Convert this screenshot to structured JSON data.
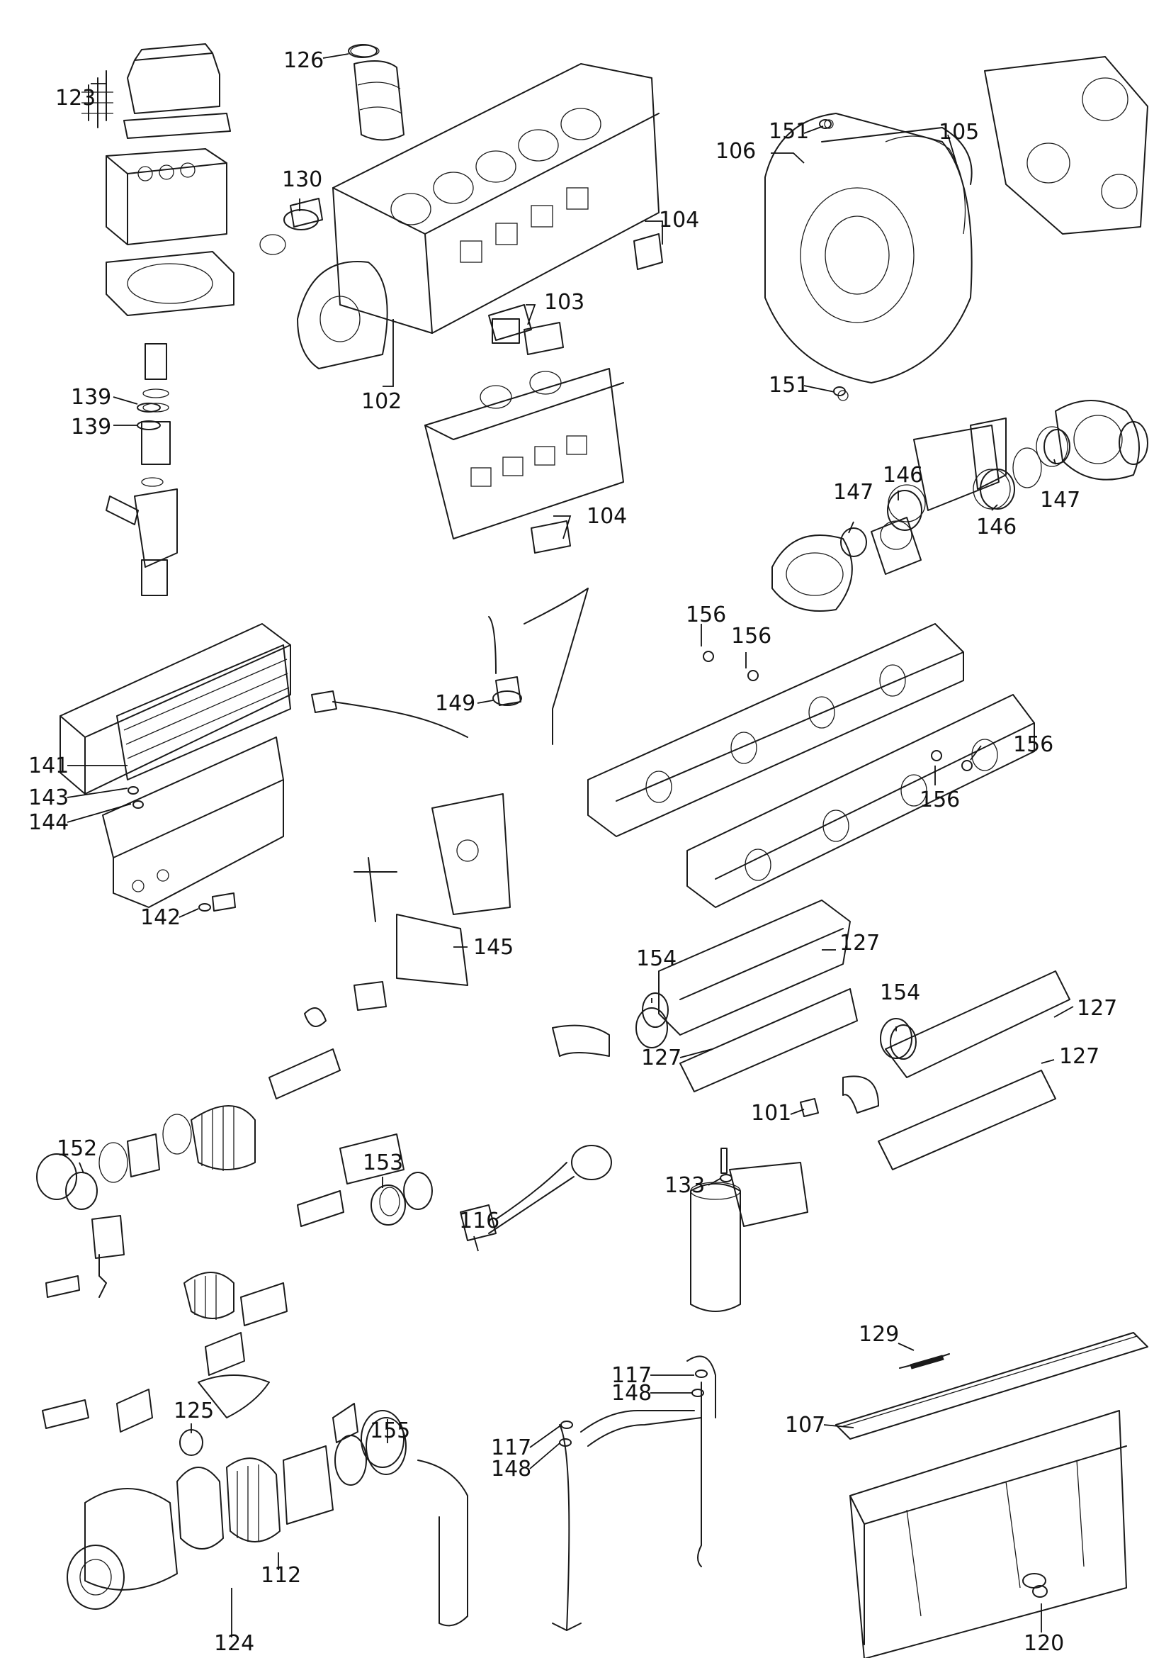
{
  "callouts": [
    {
      "id": "c123a",
      "text": "123"
    },
    {
      "id": "c126",
      "text": "126"
    },
    {
      "id": "c130",
      "text": "130"
    },
    {
      "id": "c104a",
      "text": "104"
    },
    {
      "id": "c103",
      "text": "103"
    },
    {
      "id": "c102",
      "text": "102"
    },
    {
      "id": "c151a",
      "text": "151"
    },
    {
      "id": "c106",
      "text": "106"
    },
    {
      "id": "c105",
      "text": "105"
    },
    {
      "id": "c151b",
      "text": "151"
    },
    {
      "id": "c139a",
      "text": "139"
    },
    {
      "id": "c139b",
      "text": "139"
    },
    {
      "id": "c104b",
      "text": "104"
    },
    {
      "id": "c147a",
      "text": "147"
    },
    {
      "id": "c146a",
      "text": "146"
    },
    {
      "id": "c146b",
      "text": "146"
    },
    {
      "id": "c147b",
      "text": "147"
    },
    {
      "id": "c156a",
      "text": "156"
    },
    {
      "id": "c156b",
      "text": "156"
    },
    {
      "id": "c149",
      "text": "149"
    },
    {
      "id": "c156c",
      "text": "156"
    },
    {
      "id": "c156d",
      "text": "156"
    },
    {
      "id": "c141",
      "text": "141"
    },
    {
      "id": "c143",
      "text": "143"
    },
    {
      "id": "c144",
      "text": "144"
    },
    {
      "id": "c142",
      "text": "142"
    },
    {
      "id": "c145",
      "text": "145"
    },
    {
      "id": "c127a",
      "text": "127"
    },
    {
      "id": "c154a",
      "text": "154"
    },
    {
      "id": "c154b",
      "text": "154"
    },
    {
      "id": "c127b",
      "text": "127"
    },
    {
      "id": "c127c",
      "text": "127"
    },
    {
      "id": "c127d",
      "text": "127"
    },
    {
      "id": "c101",
      "text": "101"
    },
    {
      "id": "c152",
      "text": "152"
    },
    {
      "id": "c153",
      "text": "153"
    },
    {
      "id": "c133",
      "text": "133"
    },
    {
      "id": "c116",
      "text": "116"
    },
    {
      "id": "c129",
      "text": "129"
    },
    {
      "id": "c117a",
      "text": "117"
    },
    {
      "id": "c148a",
      "text": "148"
    },
    {
      "id": "c107",
      "text": "107"
    },
    {
      "id": "c117b",
      "text": "117"
    },
    {
      "id": "c148b",
      "text": "148"
    },
    {
      "id": "c125",
      "text": "125"
    },
    {
      "id": "c155",
      "text": "155"
    },
    {
      "id": "c112",
      "text": "112"
    },
    {
      "id": "c124",
      "text": "124"
    },
    {
      "id": "c120",
      "text": "120"
    }
  ]
}
